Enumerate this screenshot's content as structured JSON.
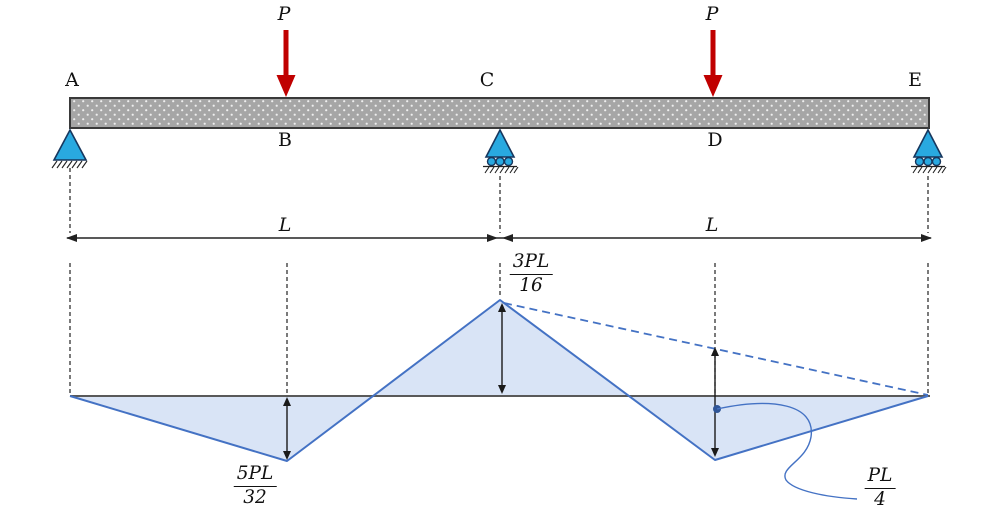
{
  "figure": {
    "type": "two-span continuous beam with point loads and bending moment diagram",
    "points": {
      "A": "A",
      "B": "B",
      "C": "C",
      "D": "D",
      "E": "E"
    },
    "load_label": "P",
    "span_label": "L",
    "moment_values": {
      "at_C": {
        "num": "3PL",
        "den": "16"
      },
      "at_B": {
        "num": "5PL",
        "den": "32"
      },
      "at_D": {
        "num": "PL",
        "den": "4"
      }
    },
    "moment_diagram": {
      "type": "line",
      "x_points": [
        "A",
        "B",
        "C",
        "D",
        "E"
      ],
      "values": [
        "0",
        "-5PL/32",
        "+3PL/16",
        "-PL/4 (from superposed dashed line)",
        "0"
      ],
      "note": "solid polyline = final moment; dashed line C-E = superposition reference"
    },
    "colors": {
      "load_arrow": "#C00000",
      "support_fill": "#29A9E0",
      "support_stroke": "#17375E",
      "beam_fill": "#A6A6A6",
      "moment_fill": "#D9E4F6",
      "moment_stroke": "#4472C4",
      "baseline": "#595959",
      "dim_lines": "#1a1a1a"
    }
  }
}
